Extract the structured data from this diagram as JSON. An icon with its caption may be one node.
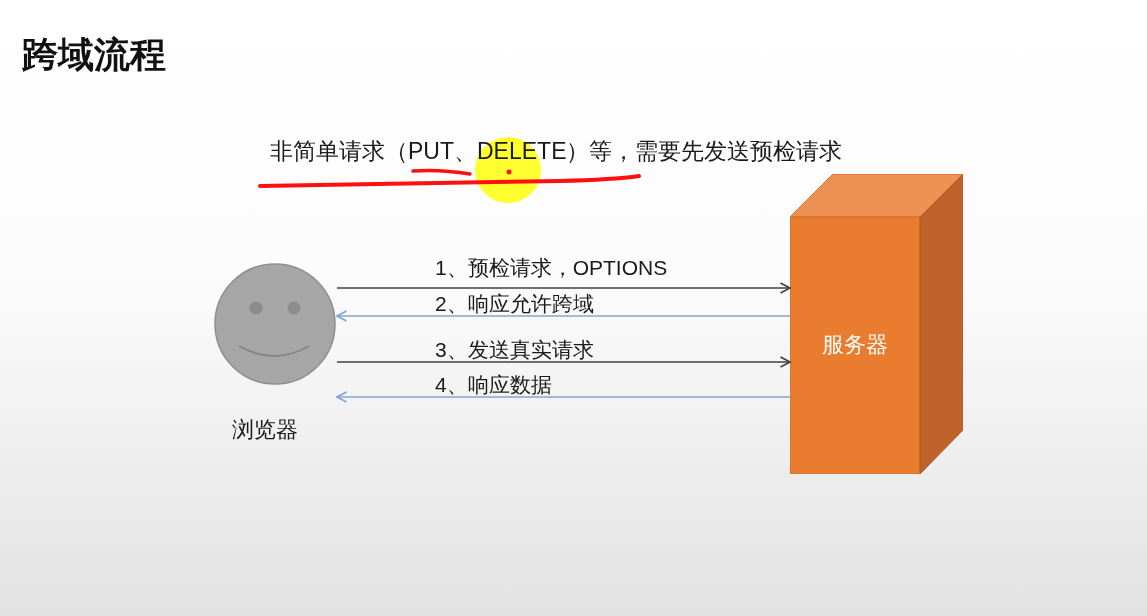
{
  "diagram": {
    "title": "跨域流程",
    "nodes": [
      {
        "text": [
          "浏览器"
        ]
      },
      {
        "text": [
          "服务器"
        ]
      }
    ],
    "edges": [
      {
        "from": 0,
        "to": 1,
        "arrow": "to",
        "label": "1、预检请求，OPTIONS"
      },
      {
        "from": 1,
        "to": 0,
        "arrow": "to",
        "label": "2、响应允许跨域",
        "color": "#7fa7d3"
      },
      {
        "from": 0,
        "to": 1,
        "arrow": "to",
        "label": "3、发送真实请求"
      },
      {
        "from": 1,
        "to": 0,
        "arrow": "to",
        "label": "4、响应数据",
        "color": "#7fa7d3"
      }
    ],
    "labels": [
      "非简单请求（PUT、DELETE）等，需要先发送预检请求"
    ]
  }
}
